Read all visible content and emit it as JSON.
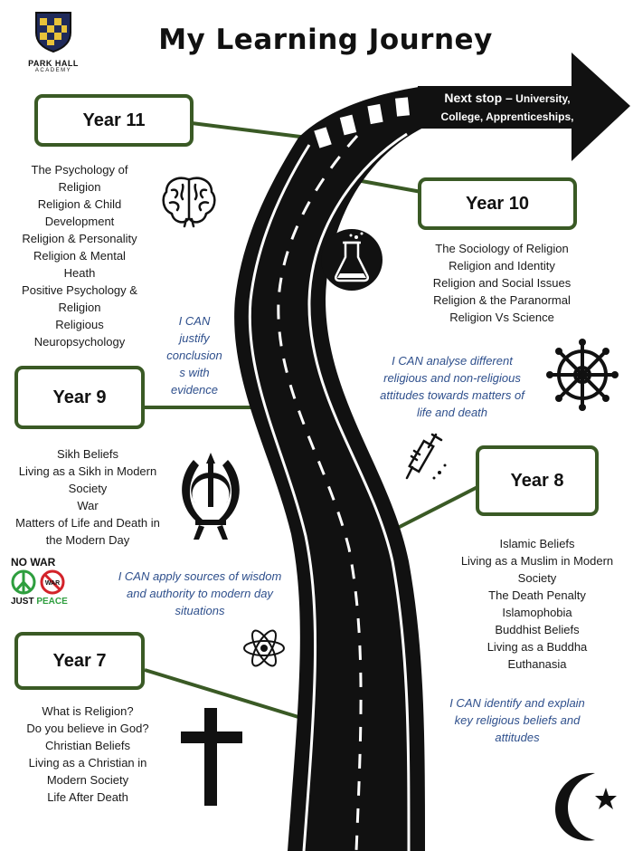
{
  "title": "My Learning Journey",
  "logo": {
    "name": "PARK HALL",
    "sub": "ACADEMY"
  },
  "next_stop": {
    "lead": "Next stop –",
    "text": "University, College, Apprenticeships, careers, your future!"
  },
  "years": [
    {
      "label": "Year 11",
      "topics": [
        "The Psychology of",
        "Religion",
        "Religion & Child",
        "Development",
        "Religion & Personality",
        "Religion & Mental",
        "Heath",
        "Positive Psychology &",
        "Religion",
        "Religious",
        "Neuropsychology"
      ]
    },
    {
      "label": "Year 10",
      "topics": [
        "The Sociology of Religion",
        "Religion and Identity",
        "Religion and Social Issues",
        "Religion & the Paranormal",
        "Religion Vs Science"
      ]
    },
    {
      "label": "Year 9",
      "topics": [
        "Sikh Beliefs",
        "Living as a Sikh in Modern",
        "Society",
        "War",
        "Matters of Life and Death in",
        "the Modern Day"
      ]
    },
    {
      "label": "Year 8",
      "topics": [
        "Islamic Beliefs",
        "Living as a Muslim in Modern",
        "Society",
        "The Death Penalty",
        "Islamophobia",
        "Buddhist Beliefs",
        "Living as a Buddha",
        "Euthanasia"
      ]
    },
    {
      "label": "Year 7",
      "topics": [
        "What is Religion?",
        "Do you believe in God?",
        "Christian Beliefs",
        "Living as a Christian in",
        "Modern Society",
        "Life After Death"
      ]
    }
  ],
  "ican": {
    "justify": [
      "I CAN",
      "justify",
      "conclusion",
      "s with",
      "evidence"
    ],
    "analyse": [
      "I CAN analyse different",
      "religious and non-religious",
      "attitudes towards matters of",
      "life and death"
    ],
    "apply": [
      "I CAN apply sources of wisdom",
      "and authority to modern day",
      "situations"
    ],
    "identify": [
      "I CAN identify and explain",
      "key religious beliefs and",
      "attitudes"
    ]
  },
  "nowar": {
    "top": "NO WAR",
    "bottom_a": "JUST",
    "bottom_b": "PEACE",
    "badge": "WAR"
  },
  "icons": [
    "brain-icon",
    "flask-icon",
    "dharma-wheel-icon",
    "khanda-icon",
    "syringe-icon",
    "atom-icon",
    "cross-icon",
    "crescent-star-icon",
    "peace-icon"
  ],
  "colors": {
    "box_border": "#3a5a25",
    "ican_text": "#2e4f8c",
    "road": "#111111"
  }
}
